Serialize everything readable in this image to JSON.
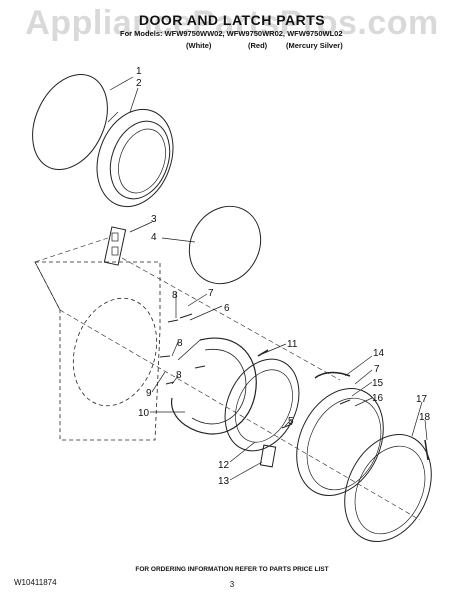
{
  "watermark": "AppliancePartsPros.com",
  "title": "DOOR AND LATCH PARTS",
  "models": "For Models: WFW9750WW02, WFW9750WR02, WFW9750WL02",
  "colors": [
    "(White)",
    "(Red)",
    "(Mercury Silver)"
  ],
  "callouts": {
    "c1": "1",
    "c2": "2",
    "c3": "3",
    "c4": "4",
    "c5": "5",
    "c6": "6",
    "c7a": "7",
    "c7b": "7",
    "c8a": "8",
    "c8b": "8",
    "c8c": "8",
    "c9": "9",
    "c10": "10",
    "c11": "11",
    "c12": "12",
    "c13": "13",
    "c14": "14",
    "c15": "15",
    "c16": "16",
    "c17": "17",
    "c18": "18"
  },
  "footer": {
    "doc_number": "W10411874",
    "ordering_note": "FOR ORDERING INFORMATION REFER TO PARTS PRICE LIST",
    "page_number": "3"
  }
}
